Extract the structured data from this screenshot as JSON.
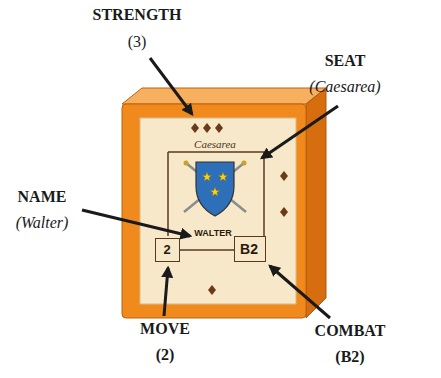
{
  "diagram": {
    "nodes": [
      {
        "text": [
          "Caesarea",
          "WALTER"
        ]
      },
      {
        "text": [
          "2"
        ],
        "in": 0
      },
      {
        "text": [
          "B2"
        ],
        "in": 0
      }
    ],
    "labels": [
      "STRENGTH",
      "(3)",
      "SEAT",
      "(Caesarea)",
      "NAME",
      "(Walter)",
      "MOVE",
      "(2)",
      "COMBAT",
      "(B2)"
    ]
  }
}
